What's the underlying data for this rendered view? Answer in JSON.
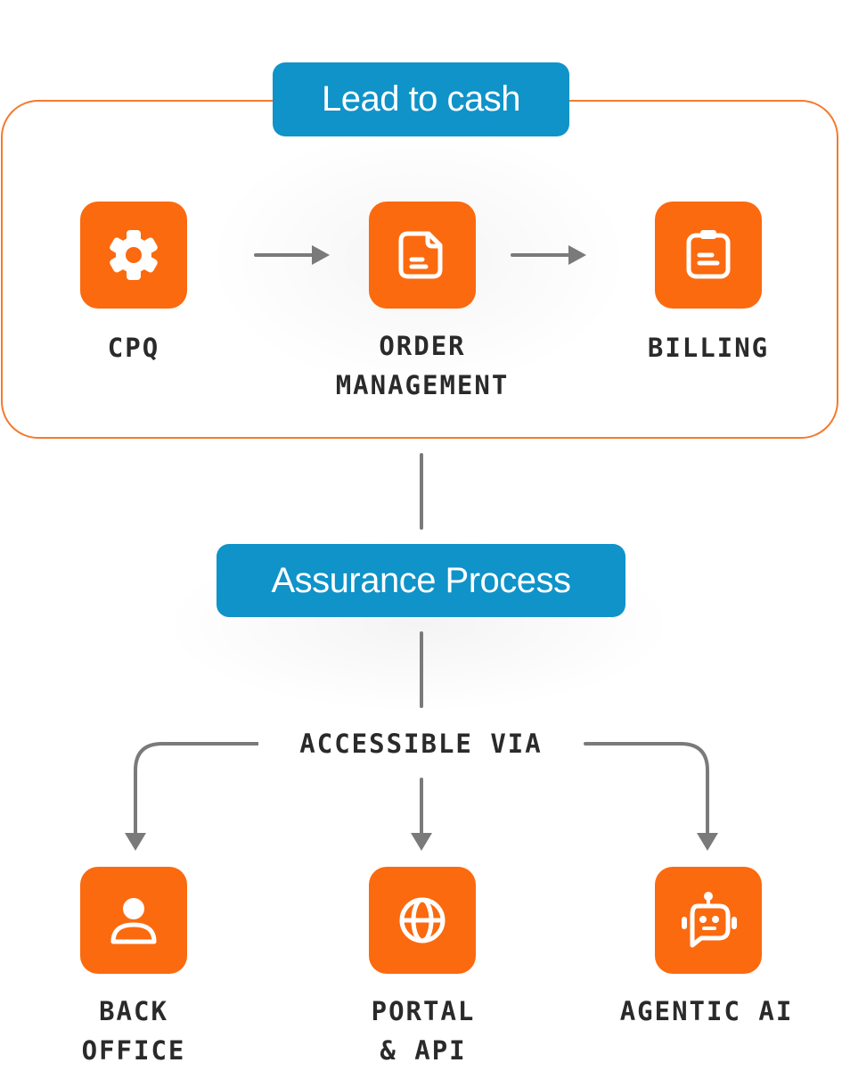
{
  "lead_to_cash": {
    "title": "Lead to cash",
    "steps": [
      {
        "label_lines": [
          "CPQ"
        ],
        "icon": "gear-icon"
      },
      {
        "label_lines": [
          "ORDER",
          "MANAGEMENT"
        ],
        "icon": "document-icon"
      },
      {
        "label_lines": [
          "BILLING"
        ],
        "icon": "clipboard-icon"
      }
    ]
  },
  "assurance": {
    "title": "Assurance Process"
  },
  "access": {
    "heading": "ACCESSIBLE VIA",
    "channels": [
      {
        "label_lines": [
          "BACK",
          "OFFICE"
        ],
        "icon": "user-icon"
      },
      {
        "label_lines": [
          "PORTAL",
          "& API"
        ],
        "icon": "globe-icon"
      },
      {
        "label_lines": [
          "AGENTIC AI"
        ],
        "icon": "robot-icon"
      }
    ]
  },
  "colors": {
    "accent_orange": "#fb6a0f",
    "border_orange": "#f47a2c",
    "pill_blue": "#0f93c9",
    "connector_gray": "#7a7a7a",
    "label_text": "#2a2a2a"
  }
}
